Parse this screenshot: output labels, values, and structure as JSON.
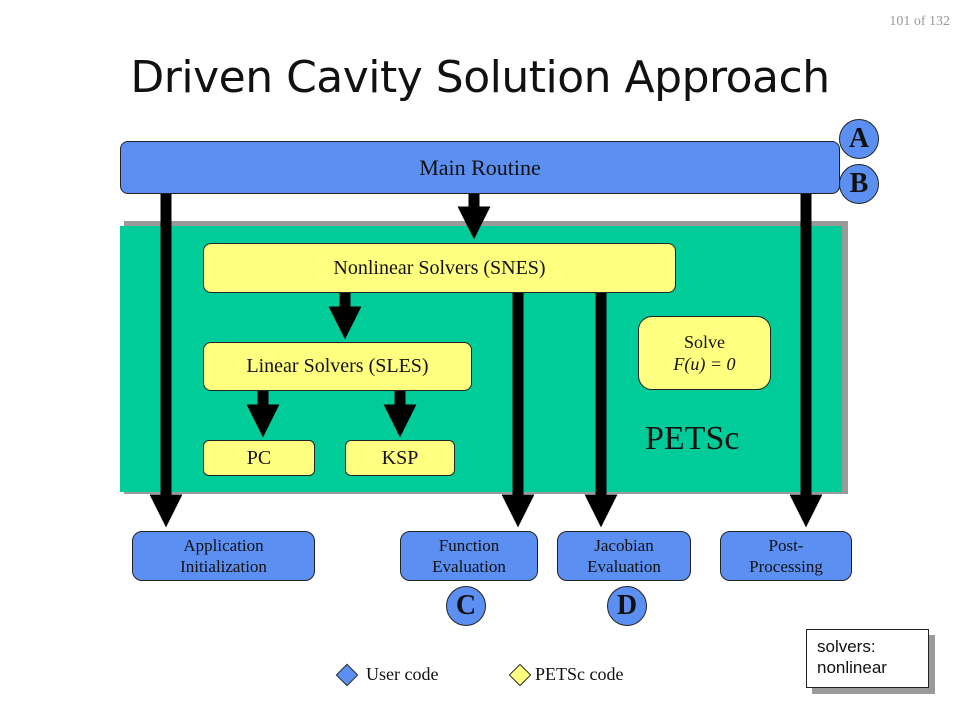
{
  "slide": {
    "page_number": "101 of 132",
    "title": "Driven Cavity Solution Approach"
  },
  "diagram": {
    "main_routine": "Main Routine",
    "nonlinear_solvers": "Nonlinear Solvers (SNES)",
    "linear_solvers": "Linear Solvers (SLES)",
    "pc": "PC",
    "ksp": "KSP",
    "solve_line1": "Solve",
    "solve_line2": "F(u) = 0",
    "petsc_label": "PETSc",
    "app_init_line1": "Application",
    "app_init_line2": "Initialization",
    "func_eval_line1": "Function",
    "func_eval_line2": "Evaluation",
    "jac_eval_line1": "Jacobian",
    "jac_eval_line2": "Evaluation",
    "post_line1": "Post-",
    "post_line2": "Processing",
    "marker_a": "A",
    "marker_b": "B",
    "marker_c": "C",
    "marker_d": "D"
  },
  "legend": {
    "user_code": "User code",
    "petsc_code": "PETSc code"
  },
  "note": {
    "line1": "solvers:",
    "line2": "nonlinear"
  },
  "colors": {
    "user_code_blue": "#5b8ff2",
    "petsc_code_yellow": "#ffff80",
    "petsc_region_green": "#00cc99"
  }
}
